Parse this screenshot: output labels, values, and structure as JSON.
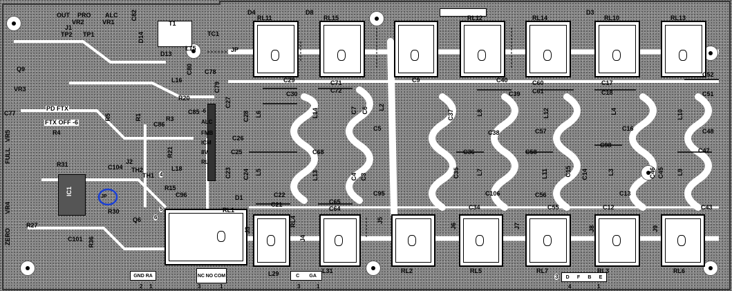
{
  "header": {
    "out": "OUT",
    "pro": "PRO",
    "alc": "ALC"
  },
  "relays_top": [
    "RL11",
    "RL15",
    "RL12",
    "RL14",
    "RL10",
    "RL13"
  ],
  "relays_bottom": [
    "RL4",
    "RL2",
    "RL5",
    "RL7",
    "RL3",
    "RL6",
    "RL1"
  ],
  "left_labels": {
    "full": "FULL",
    "zero": "ZERO",
    "vr4": "VR4",
    "vr5": "VR5",
    "vr1": "VR1",
    "vr2": "VR2",
    "vr3": "VR3",
    "tc1": "TC1",
    "t1": "T1",
    "tp1": "TP1",
    "tp2": "TP2"
  },
  "pd_ftx": "PD FTX",
  "ftx_off": "FTX OFF -6",
  "side_strip": [
    "-6",
    "ALC",
    "FMB",
    "ICM",
    "8V",
    "RL"
  ],
  "connectors": {
    "gnd_ra": "GND RA",
    "nc_no_com": [
      "NC",
      "NO",
      "COM"
    ],
    "c_ga": [
      "C",
      "GA"
    ],
    "dfbe": [
      "D",
      "F",
      "B",
      "E"
    ]
  },
  "pin_numbers": {
    "gnd": [
      "2",
      "1"
    ],
    "relay": [
      "3",
      "1"
    ],
    "c_ga": [
      "3",
      "1"
    ],
    "dfbe": [
      "4",
      "1"
    ],
    "circle3": "3",
    "circle4": "4",
    "circle5": "5",
    "circle6": "6"
  },
  "components": {
    "c29": "C29",
    "c30": "C30",
    "c71": "C71",
    "c72": "C72",
    "c40": "C40",
    "c39": "C39",
    "c60": "C60",
    "c61": "C61",
    "c17": "C17",
    "c18": "C18",
    "c52": "C52",
    "c51": "C51",
    "c27": "C27",
    "c28": "C28",
    "c26": "C26",
    "c25": "C25",
    "c68": "C68",
    "c23": "C23",
    "c24": "C24",
    "c22": "C22",
    "c21": "C21",
    "c65": "C65",
    "c64": "C64",
    "c37": "C37",
    "c38": "C38",
    "c36": "C36",
    "c35": "C35",
    "c106": "C106",
    "c34": "C34",
    "c57": "C57",
    "c58": "C58",
    "c56": "C56",
    "c55": "C55",
    "c16": "C16",
    "c98": "C98",
    "c15": "C15",
    "c14": "C14",
    "c13": "C13",
    "c12": "C12",
    "c48": "C48",
    "c47": "C47",
    "c46": "C46",
    "c45": "C45",
    "c43": "C43",
    "c5": "C5",
    "c4": "C4",
    "c3": "C3",
    "c95": "C95",
    "c7": "C7",
    "c6": "C6",
    "c9": "C9",
    "l6": "L6",
    "l5": "L5",
    "l14": "L14",
    "l13": "L13",
    "l2": "L2",
    "l8": "L8",
    "l7": "L7",
    "l12": "L12",
    "l11": "L11",
    "l4": "L4",
    "l3": "L3",
    "l10": "L10",
    "l9": "L9",
    "l29": "L29",
    "l31": "L31",
    "l15": "L15",
    "l16": "L16",
    "l18": "L18",
    "r20": "R20",
    "r3": "R3",
    "r1": "R1",
    "r21": "R21",
    "r15": "R15",
    "r30": "R30",
    "r27": "R27",
    "r31": "R31",
    "r4": "R4",
    "r5": "R5",
    "r36": "R36",
    "d1": "D1",
    "d4": "D4",
    "d8": "D8",
    "d3": "D3",
    "d13": "D13",
    "d14": "D14",
    "c101": "C101",
    "c85": "C85",
    "c86": "C86",
    "c96": "C96",
    "c104": "C104",
    "th1": "TH1",
    "th2": "TH2",
    "q6": "Q6",
    "q9": "Q9",
    "ic1": "IC1",
    "c78": "C78",
    "c79": "C79",
    "c80": "C80",
    "c82": "C82",
    "c77": "C77",
    "jp": "JP",
    "j1": "J1",
    "j2": "J2",
    "j3": "J3",
    "j4": "J4",
    "j5": "J5",
    "j6": "J6",
    "j7": "J7",
    "j8": "J8",
    "j9": "J9"
  },
  "colors": {
    "board": "#8a8a8a",
    "trace": "#ffffff",
    "ink": "#000000",
    "highlight": "#1a3fd6"
  },
  "highlight_label": "JP"
}
